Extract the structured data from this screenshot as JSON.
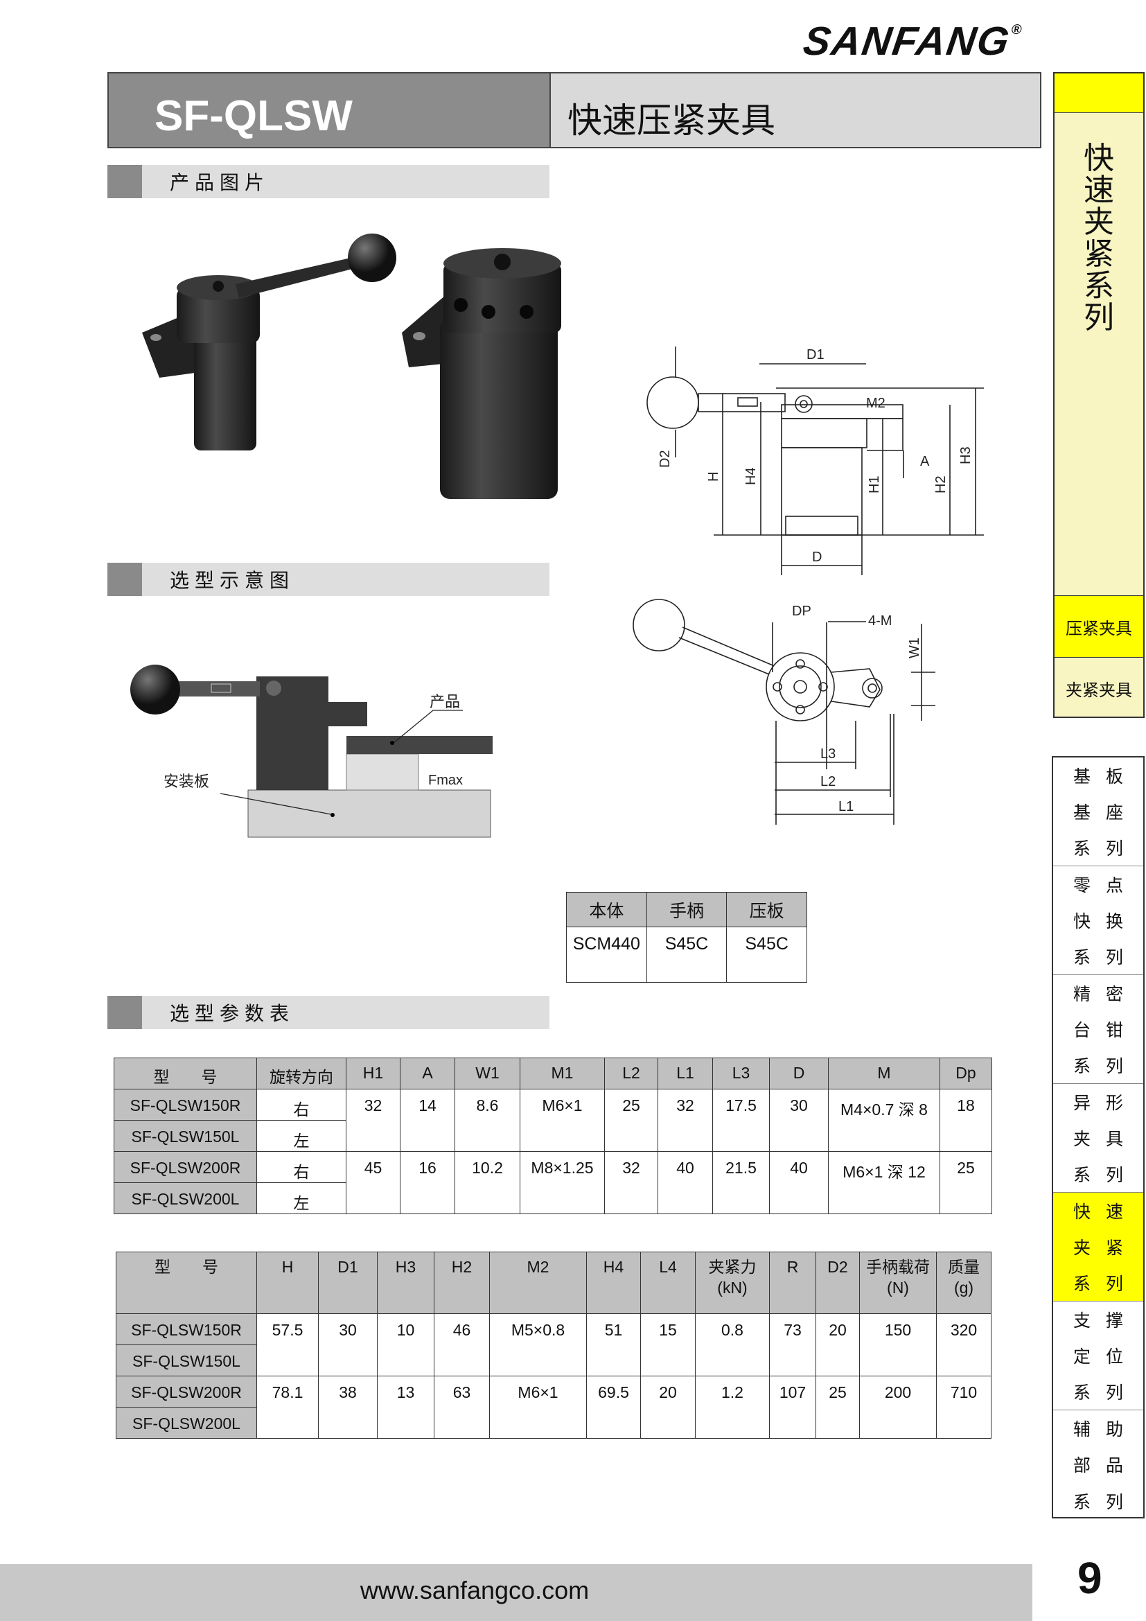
{
  "brand": {
    "logo": "SANFANG",
    "reg": "®"
  },
  "header": {
    "model": "SF-QLSW",
    "title": "快速压紧夹具"
  },
  "sections": {
    "photos": "产品图片",
    "schematic": "选型示意图",
    "params": "选型参数表"
  },
  "side_top": {
    "title": "快速夹紧系列",
    "tabs": [
      "压紧夹具",
      "夹紧夹具"
    ]
  },
  "side_nav": [
    {
      "rows": [
        [
          "基",
          "板"
        ],
        [
          "基",
          "座"
        ],
        [
          "系",
          "列"
        ]
      ],
      "active": false
    },
    {
      "rows": [
        [
          "零",
          "点"
        ],
        [
          "快",
          "换"
        ],
        [
          "系",
          "列"
        ]
      ],
      "active": false
    },
    {
      "rows": [
        [
          "精",
          "密"
        ],
        [
          "台",
          "钳"
        ],
        [
          "系",
          "列"
        ]
      ],
      "active": false
    },
    {
      "rows": [
        [
          "异",
          "形"
        ],
        [
          "夹",
          "具"
        ],
        [
          "系",
          "列"
        ]
      ],
      "active": false
    },
    {
      "rows": [
        [
          "快",
          "速"
        ],
        [
          "夹",
          "紧"
        ],
        [
          "系",
          "列"
        ]
      ],
      "active": true
    },
    {
      "rows": [
        [
          "支",
          "撑"
        ],
        [
          "定",
          "位"
        ],
        [
          "系",
          "列"
        ]
      ],
      "active": false
    },
    {
      "rows": [
        [
          "辅",
          "助"
        ],
        [
          "部",
          "品"
        ],
        [
          "系",
          "列"
        ]
      ],
      "active": false
    }
  ],
  "diagram_labels": {
    "D1": "D1",
    "M2": "M2",
    "A": "A",
    "H3": "H3",
    "H2": "H2",
    "H1": "H1",
    "H4": "H4",
    "H": "H",
    "D2": "D2",
    "D": "D",
    "DP": "DP",
    "4M": "4-M",
    "W1": "W1",
    "L3": "L3",
    "L2": "L2",
    "L1": "L1",
    "product": "产品",
    "plate": "安装板",
    "fmax": "Fmax"
  },
  "materials": {
    "headers": [
      "本体",
      "手柄",
      "压板"
    ],
    "values": [
      "SCM440",
      "S45C",
      "S45C"
    ]
  },
  "table1": {
    "headers": [
      "型　　号",
      "旋转方向",
      "H1",
      "A",
      "W1",
      "M1",
      "L2",
      "L1",
      "L3",
      "D",
      "M",
      "Dp"
    ],
    "models": [
      "SF-QLSW150R",
      "SF-QLSW150L",
      "SF-QLSW200R",
      "SF-QLSW200L"
    ],
    "dirs": [
      "右",
      "左",
      "右",
      "左"
    ],
    "groups": [
      [
        "32",
        "14",
        "8.6",
        "M6×1",
        "25",
        "32",
        "17.5",
        "30",
        "M4×0.7 深 8",
        "18"
      ],
      [
        "45",
        "16",
        "10.2",
        "M8×1.25",
        "32",
        "40",
        "21.5",
        "40",
        "M6×1 深 12",
        "25"
      ]
    ]
  },
  "table2": {
    "headers": [
      "型　　号",
      "H",
      "D1",
      "H3",
      "H2",
      "M2",
      "H4",
      "L4",
      "夹紧力\n(kN)",
      "R",
      "D2",
      "手柄载荷\n(N)",
      "质量\n(g)"
    ],
    "models": [
      "SF-QLSW150R",
      "SF-QLSW150L",
      "SF-QLSW200R",
      "SF-QLSW200L"
    ],
    "groups": [
      [
        "57.5",
        "30",
        "10",
        "46",
        "M5×0.8",
        "51",
        "15",
        "0.8",
        "73",
        "20",
        "150",
        "320"
      ],
      [
        "78.1",
        "38",
        "13",
        "63",
        "M6×1",
        "69.5",
        "20",
        "1.2",
        "107",
        "25",
        "200",
        "710"
      ]
    ]
  },
  "footer": {
    "url": "www.sanfangco.com",
    "page": "9"
  }
}
